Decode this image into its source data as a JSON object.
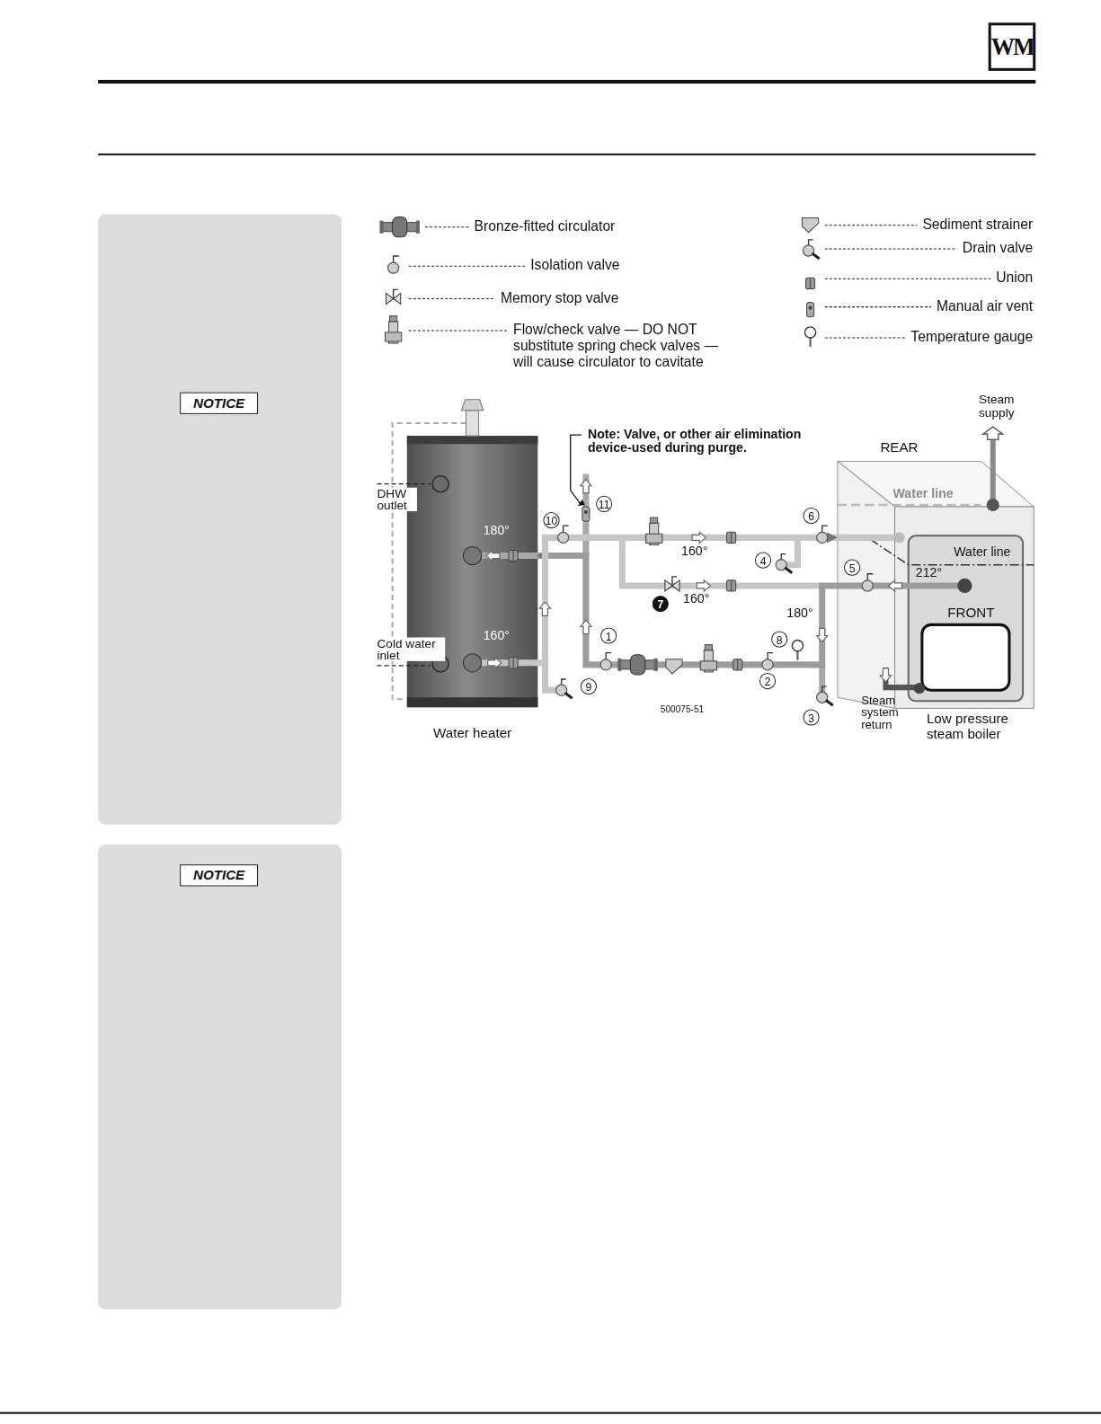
{
  "diagram": {
    "nodes": [
      {
        "text": [
          "NOTICE"
        ]
      },
      {
        "text": [
          "Water heater"
        ]
      },
      {
        "text": [
          "REAR",
          "FRONT",
          "Low pressure steam boiler"
        ]
      },
      {
        "text": [
          "NOTICE"
        ]
      }
    ],
    "edges": [
      {
        "from": 2,
        "to": 1,
        "arrow": "to"
      },
      {
        "from": 1,
        "to": 2,
        "arrow": "to"
      }
    ],
    "labels": [
      "WM",
      "Steam supply",
      "Note: Valve, or other air elimination device-used during purge.",
      "Water line",
      "Water line",
      "DHW outlet",
      "Cold water inlet",
      "180°",
      "160°",
      "160°",
      "160°",
      "212°",
      "180°",
      "Steam system return",
      "500075-51",
      "1",
      "2",
      "3",
      "4",
      "5",
      "6",
      "7",
      "8",
      "9",
      "10",
      "11"
    ],
    "legend": [
      {
        "text": "Bronze-fitted circulator"
      },
      {
        "text": "Isolation valve"
      },
      {
        "text": "Memory stop valve"
      },
      {
        "text": "Flow/check valve — DO NOT substitute spring check valves — will cause circulator to cavitate"
      },
      {
        "text": "Sediment strainer"
      },
      {
        "text": "Drain valve"
      },
      {
        "text": "Union"
      },
      {
        "text": "Manual air vent"
      },
      {
        "text": "Temperature gauge"
      }
    ]
  }
}
